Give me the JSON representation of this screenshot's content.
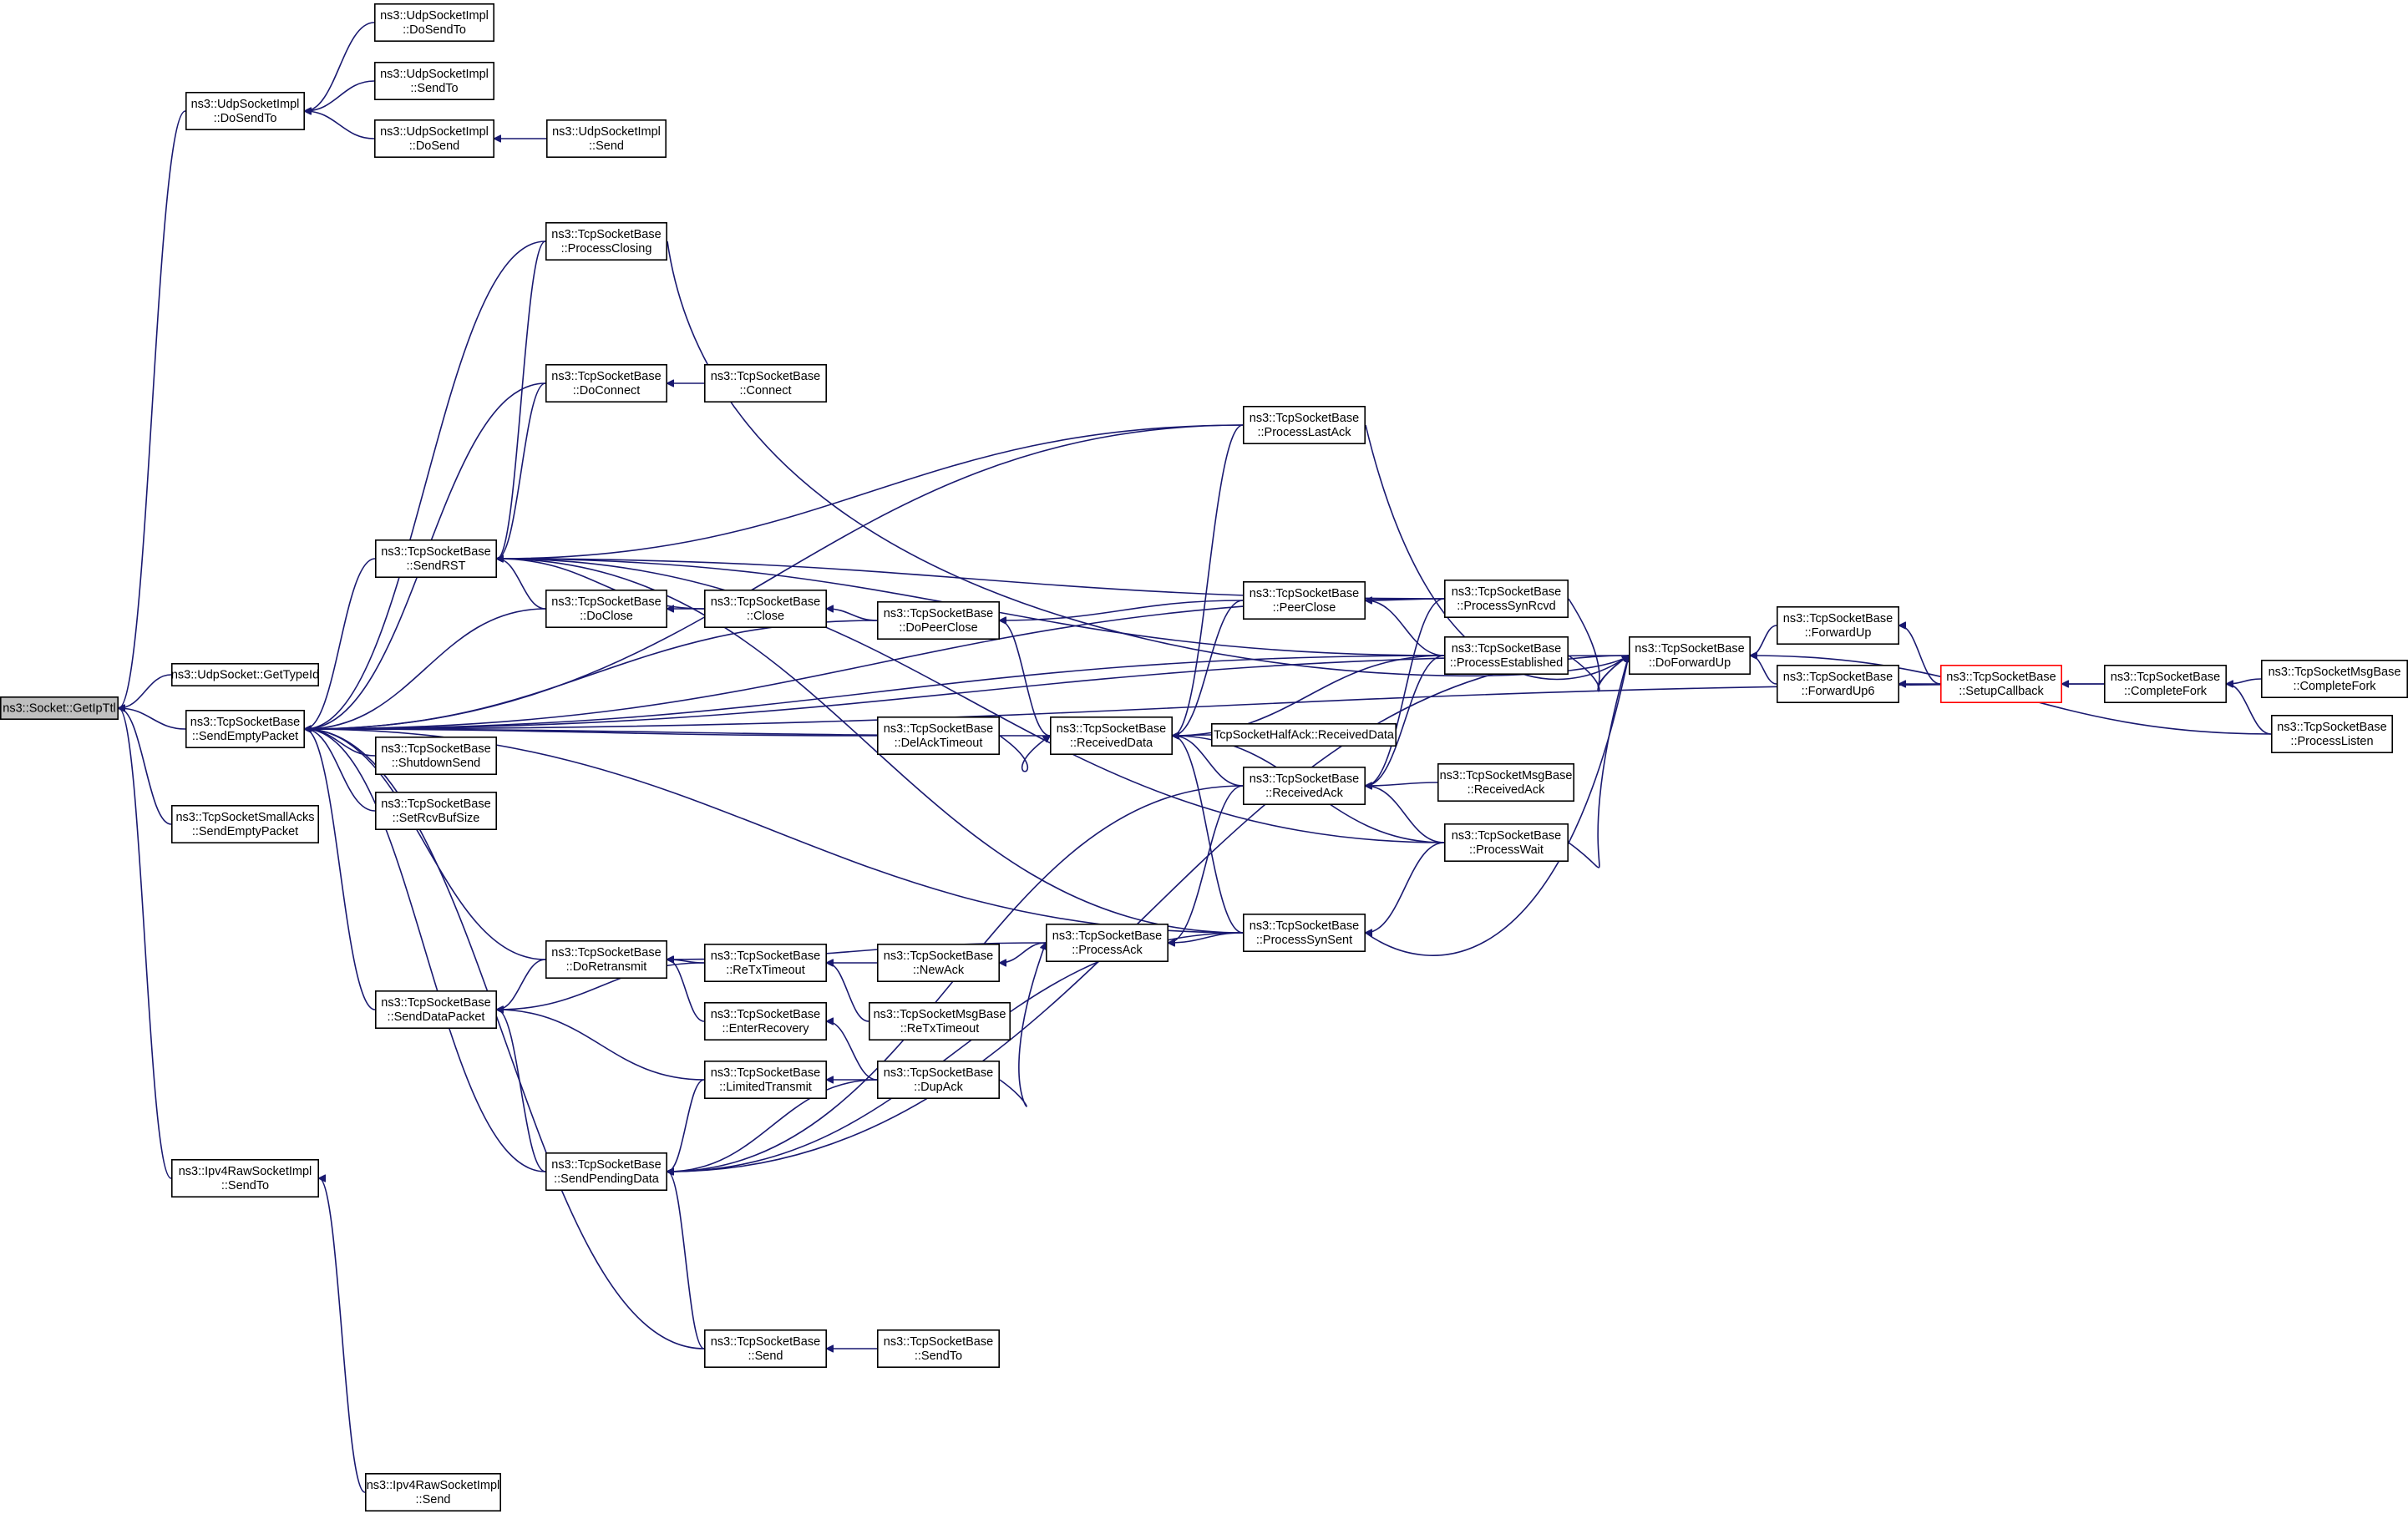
{
  "nodes": [
    {
      "id": "root",
      "lines": [
        "ns3::Socket::GetIpTtl"
      ],
      "root": true
    },
    {
      "id": "udpImplDoSendTo",
      "lines": [
        "ns3::UdpSocketImpl",
        "::DoSendTo"
      ]
    },
    {
      "id": "udpImplDoSendTo2",
      "lines": [
        "ns3::UdpSocketImpl",
        "::DoSendTo"
      ]
    },
    {
      "id": "udpImplSendTo",
      "lines": [
        "ns3::UdpSocketImpl",
        "::SendTo"
      ]
    },
    {
      "id": "udpImplDoSend",
      "lines": [
        "ns3::UdpSocketImpl",
        "::DoSend"
      ]
    },
    {
      "id": "udpImplSend",
      "lines": [
        "ns3::UdpSocketImpl",
        "::Send"
      ]
    },
    {
      "id": "udpGetTypeId",
      "lines": [
        "ns3::UdpSocket::GetTypeId"
      ]
    },
    {
      "id": "sendEmptyPacket",
      "lines": [
        "ns3::TcpSocketBase",
        "::SendEmptyPacket"
      ]
    },
    {
      "id": "smallAcks",
      "lines": [
        "ns3::TcpSocketSmallAcks",
        "::SendEmptyPacket"
      ]
    },
    {
      "id": "ipv4SendTo",
      "lines": [
        "ns3::Ipv4RawSocketImpl",
        "::SendTo"
      ]
    },
    {
      "id": "ipv4Send",
      "lines": [
        "ns3::Ipv4RawSocketImpl",
        "::Send"
      ]
    },
    {
      "id": "processClosing",
      "lines": [
        "ns3::TcpSocketBase",
        "::ProcessClosing"
      ]
    },
    {
      "id": "doConnect",
      "lines": [
        "ns3::TcpSocketBase",
        "::DoConnect"
      ]
    },
    {
      "id": "connect",
      "lines": [
        "ns3::TcpSocketBase",
        "::Connect"
      ]
    },
    {
      "id": "sendRST",
      "lines": [
        "ns3::TcpSocketBase",
        "::SendRST"
      ]
    },
    {
      "id": "doClose",
      "lines": [
        "ns3::TcpSocketBase",
        "::DoClose"
      ]
    },
    {
      "id": "close",
      "lines": [
        "ns3::TcpSocketBase",
        "::Close"
      ]
    },
    {
      "id": "doPeerClose",
      "lines": [
        "ns3::TcpSocketBase",
        "::DoPeerClose"
      ]
    },
    {
      "id": "shutdownSend",
      "lines": [
        "ns3::TcpSocketBase",
        "::ShutdownSend"
      ]
    },
    {
      "id": "setRcvBufSize",
      "lines": [
        "ns3::TcpSocketBase",
        "::SetRcvBufSize"
      ]
    },
    {
      "id": "delAckTimeout",
      "lines": [
        "ns3::TcpSocketBase",
        "::DelAckTimeout"
      ]
    },
    {
      "id": "receivedData",
      "lines": [
        "ns3::TcpSocketBase",
        "::ReceivedData"
      ]
    },
    {
      "id": "halfAck",
      "lines": [
        "TcpSocketHalfAck::ReceivedData"
      ]
    },
    {
      "id": "processLastAck",
      "lines": [
        "ns3::TcpSocketBase",
        "::ProcessLastAck"
      ]
    },
    {
      "id": "peerClose",
      "lines": [
        "ns3::TcpSocketBase",
        "::PeerClose"
      ]
    },
    {
      "id": "receivedAck",
      "lines": [
        "ns3::TcpSocketBase",
        "::ReceivedAck"
      ]
    },
    {
      "id": "processSynSent",
      "lines": [
        "ns3::TcpSocketBase",
        "::ProcessSynSent"
      ]
    },
    {
      "id": "processSynRcvd",
      "lines": [
        "ns3::TcpSocketBase",
        "::ProcessSynRcvd"
      ]
    },
    {
      "id": "processEstablished",
      "lines": [
        "ns3::TcpSocketBase",
        "::ProcessEstablished"
      ]
    },
    {
      "id": "msgReceivedAck",
      "lines": [
        "ns3::TcpSocketMsgBase",
        "::ReceivedAck"
      ]
    },
    {
      "id": "processWait",
      "lines": [
        "ns3::TcpSocketBase",
        "::ProcessWait"
      ]
    },
    {
      "id": "doForwardUp",
      "lines": [
        "ns3::TcpSocketBase",
        "::DoForwardUp"
      ]
    },
    {
      "id": "forwardUp",
      "lines": [
        "ns3::TcpSocketBase",
        "::ForwardUp"
      ]
    },
    {
      "id": "forwardUp6",
      "lines": [
        "ns3::TcpSocketBase",
        "::ForwardUp6"
      ]
    },
    {
      "id": "setupCallback",
      "lines": [
        "ns3::TcpSocketBase",
        "::SetupCallback"
      ],
      "red": true
    },
    {
      "id": "completeFork",
      "lines": [
        "ns3::TcpSocketBase",
        "::CompleteFork"
      ]
    },
    {
      "id": "msgCompleteFork",
      "lines": [
        "ns3::TcpSocketMsgBase",
        "::CompleteFork"
      ]
    },
    {
      "id": "processListen",
      "lines": [
        "ns3::TcpSocketBase",
        "::ProcessListen"
      ]
    },
    {
      "id": "doRetransmit",
      "lines": [
        "ns3::TcpSocketBase",
        "::DoRetransmit"
      ]
    },
    {
      "id": "reTxTimeout",
      "lines": [
        "ns3::TcpSocketBase",
        "::ReTxTimeout"
      ]
    },
    {
      "id": "newAck",
      "lines": [
        "ns3::TcpSocketBase",
        "::NewAck"
      ]
    },
    {
      "id": "processAck",
      "lines": [
        "ns3::TcpSocketBase",
        "::ProcessAck"
      ]
    },
    {
      "id": "msgReTxTimeout",
      "lines": [
        "ns3::TcpSocketMsgBase",
        "::ReTxTimeout"
      ]
    },
    {
      "id": "sendDataPacket",
      "lines": [
        "ns3::TcpSocketBase",
        "::SendDataPacket"
      ]
    },
    {
      "id": "enterRecovery",
      "lines": [
        "ns3::TcpSocketBase",
        "::EnterRecovery"
      ]
    },
    {
      "id": "limitedTransmit",
      "lines": [
        "ns3::TcpSocketBase",
        "::LimitedTransmit"
      ]
    },
    {
      "id": "dupAck",
      "lines": [
        "ns3::TcpSocketBase",
        "::DupAck"
      ]
    },
    {
      "id": "sendPendingData",
      "lines": [
        "ns3::TcpSocketBase",
        "::SendPendingData"
      ]
    },
    {
      "id": "tcpSend",
      "lines": [
        "ns3::TcpSocketBase",
        "::Send"
      ]
    },
    {
      "id": "tcpSendTo",
      "lines": [
        "ns3::TcpSocketBase",
        "::SendTo"
      ]
    }
  ],
  "edges": [
    [
      "udpImplDoSendTo",
      "root"
    ],
    [
      "udpGetTypeId",
      "root"
    ],
    [
      "sendEmptyPacket",
      "root"
    ],
    [
      "smallAcks",
      "root"
    ],
    [
      "ipv4SendTo",
      "root"
    ],
    [
      "udpImplDoSendTo2",
      "udpImplDoSendTo"
    ],
    [
      "udpImplSendTo",
      "udpImplDoSendTo"
    ],
    [
      "udpImplDoSend",
      "udpImplDoSendTo"
    ],
    [
      "udpImplSend",
      "udpImplDoSend"
    ],
    [
      "ipv4Send",
      "ipv4SendTo"
    ],
    [
      "processClosing",
      "sendEmptyPacket"
    ],
    [
      "doConnect",
      "sendEmptyPacket"
    ],
    [
      "sendRST",
      "sendEmptyPacket"
    ],
    [
      "doClose",
      "sendEmptyPacket"
    ],
    [
      "doPeerClose",
      "sendEmptyPacket"
    ],
    [
      "shutdownSend",
      "sendEmptyPacket"
    ],
    [
      "setRcvBufSize",
      "sendEmptyPacket"
    ],
    [
      "delAckTimeout",
      "sendEmptyPacket"
    ],
    [
      "receivedData",
      "sendEmptyPacket"
    ],
    [
      "processSynSent",
      "sendEmptyPacket"
    ],
    [
      "processEstablished",
      "sendEmptyPacket"
    ],
    [
      "processLastAck",
      "sendEmptyPacket"
    ],
    [
      "processSynRcvd",
      "sendEmptyPacket"
    ],
    [
      "doForwardUp",
      "sendEmptyPacket"
    ],
    [
      "doRetransmit",
      "sendEmptyPacket"
    ],
    [
      "sendDataPacket",
      "sendEmptyPacket"
    ],
    [
      "sendPendingData",
      "sendEmptyPacket"
    ],
    [
      "tcpSend",
      "sendEmptyPacket"
    ],
    [
      "completeFork",
      "sendEmptyPacket"
    ],
    [
      "connect",
      "doConnect"
    ],
    [
      "close",
      "doClose"
    ],
    [
      "doPeerClose",
      "close"
    ],
    [
      "processClosing",
      "sendRST"
    ],
    [
      "doConnect",
      "sendRST"
    ],
    [
      "doClose",
      "sendRST"
    ],
    [
      "close",
      "sendRST"
    ],
    [
      "processLastAck",
      "sendRST"
    ],
    [
      "processSynRcvd",
      "sendRST"
    ],
    [
      "processEstablished",
      "sendRST"
    ],
    [
      "processWait",
      "sendRST"
    ],
    [
      "processSynSent",
      "sendRST"
    ],
    [
      "peerClose",
      "doPeerClose"
    ],
    [
      "receivedData",
      "doPeerClose"
    ],
    [
      "delAckTimeout",
      "receivedData"
    ],
    [
      "halfAck",
      "receivedData"
    ],
    [
      "processLastAck",
      "receivedData"
    ],
    [
      "peerClose",
      "receivedData"
    ],
    [
      "receivedAck",
      "receivedData"
    ],
    [
      "processSynSent",
      "receivedData"
    ],
    [
      "processEstablished",
      "receivedData"
    ],
    [
      "processWait",
      "receivedData"
    ],
    [
      "processSynRcvd",
      "peerClose"
    ],
    [
      "processEstablished",
      "peerClose"
    ],
    [
      "processSynRcvd",
      "receivedAck"
    ],
    [
      "processEstablished",
      "receivedAck"
    ],
    [
      "msgReceivedAck",
      "receivedAck"
    ],
    [
      "processWait",
      "receivedAck"
    ],
    [
      "processClosing",
      "doForwardUp"
    ],
    [
      "processLastAck",
      "doForwardUp"
    ],
    [
      "processSynRcvd",
      "doForwardUp"
    ],
    [
      "processEstablished",
      "doForwardUp"
    ],
    [
      "processWait",
      "doForwardUp"
    ],
    [
      "processSynSent",
      "doForwardUp"
    ],
    [
      "forwardUp",
      "doForwardUp"
    ],
    [
      "forwardUp6",
      "doForwardUp"
    ],
    [
      "processListen",
      "doForwardUp"
    ],
    [
      "setupCallback",
      "forwardUp"
    ],
    [
      "setupCallback",
      "forwardUp6"
    ],
    [
      "completeFork",
      "setupCallback"
    ],
    [
      "msgCompleteFork",
      "completeFork"
    ],
    [
      "processListen",
      "completeFork"
    ],
    [
      "reTxTimeout",
      "doRetransmit"
    ],
    [
      "enterRecovery",
      "doRetransmit"
    ],
    [
      "processAck",
      "doRetransmit"
    ],
    [
      "newAck",
      "reTxTimeout"
    ],
    [
      "msgReTxTimeout",
      "reTxTimeout"
    ],
    [
      "processAck",
      "newAck"
    ],
    [
      "receivedAck",
      "processAck"
    ],
    [
      "processSynSent",
      "processAck"
    ],
    [
      "dupAck",
      "processAck"
    ],
    [
      "doRetransmit",
      "sendDataPacket"
    ],
    [
      "reTxTimeout",
      "sendDataPacket"
    ],
    [
      "limitedTransmit",
      "sendDataPacket"
    ],
    [
      "sendPendingData",
      "sendDataPacket"
    ],
    [
      "dupAck",
      "enterRecovery"
    ],
    [
      "dupAck",
      "limitedTransmit"
    ],
    [
      "limitedTransmit",
      "sendPendingData"
    ],
    [
      "dupAck",
      "sendPendingData"
    ],
    [
      "receivedAck",
      "sendPendingData"
    ],
    [
      "processSynSent",
      "sendPendingData"
    ],
    [
      "doForwardUp",
      "sendPendingData"
    ],
    [
      "tcpSend",
      "sendPendingData"
    ],
    [
      "tcpSendTo",
      "tcpSend"
    ],
    [
      "processWait",
      "processSynSent"
    ]
  ]
}
